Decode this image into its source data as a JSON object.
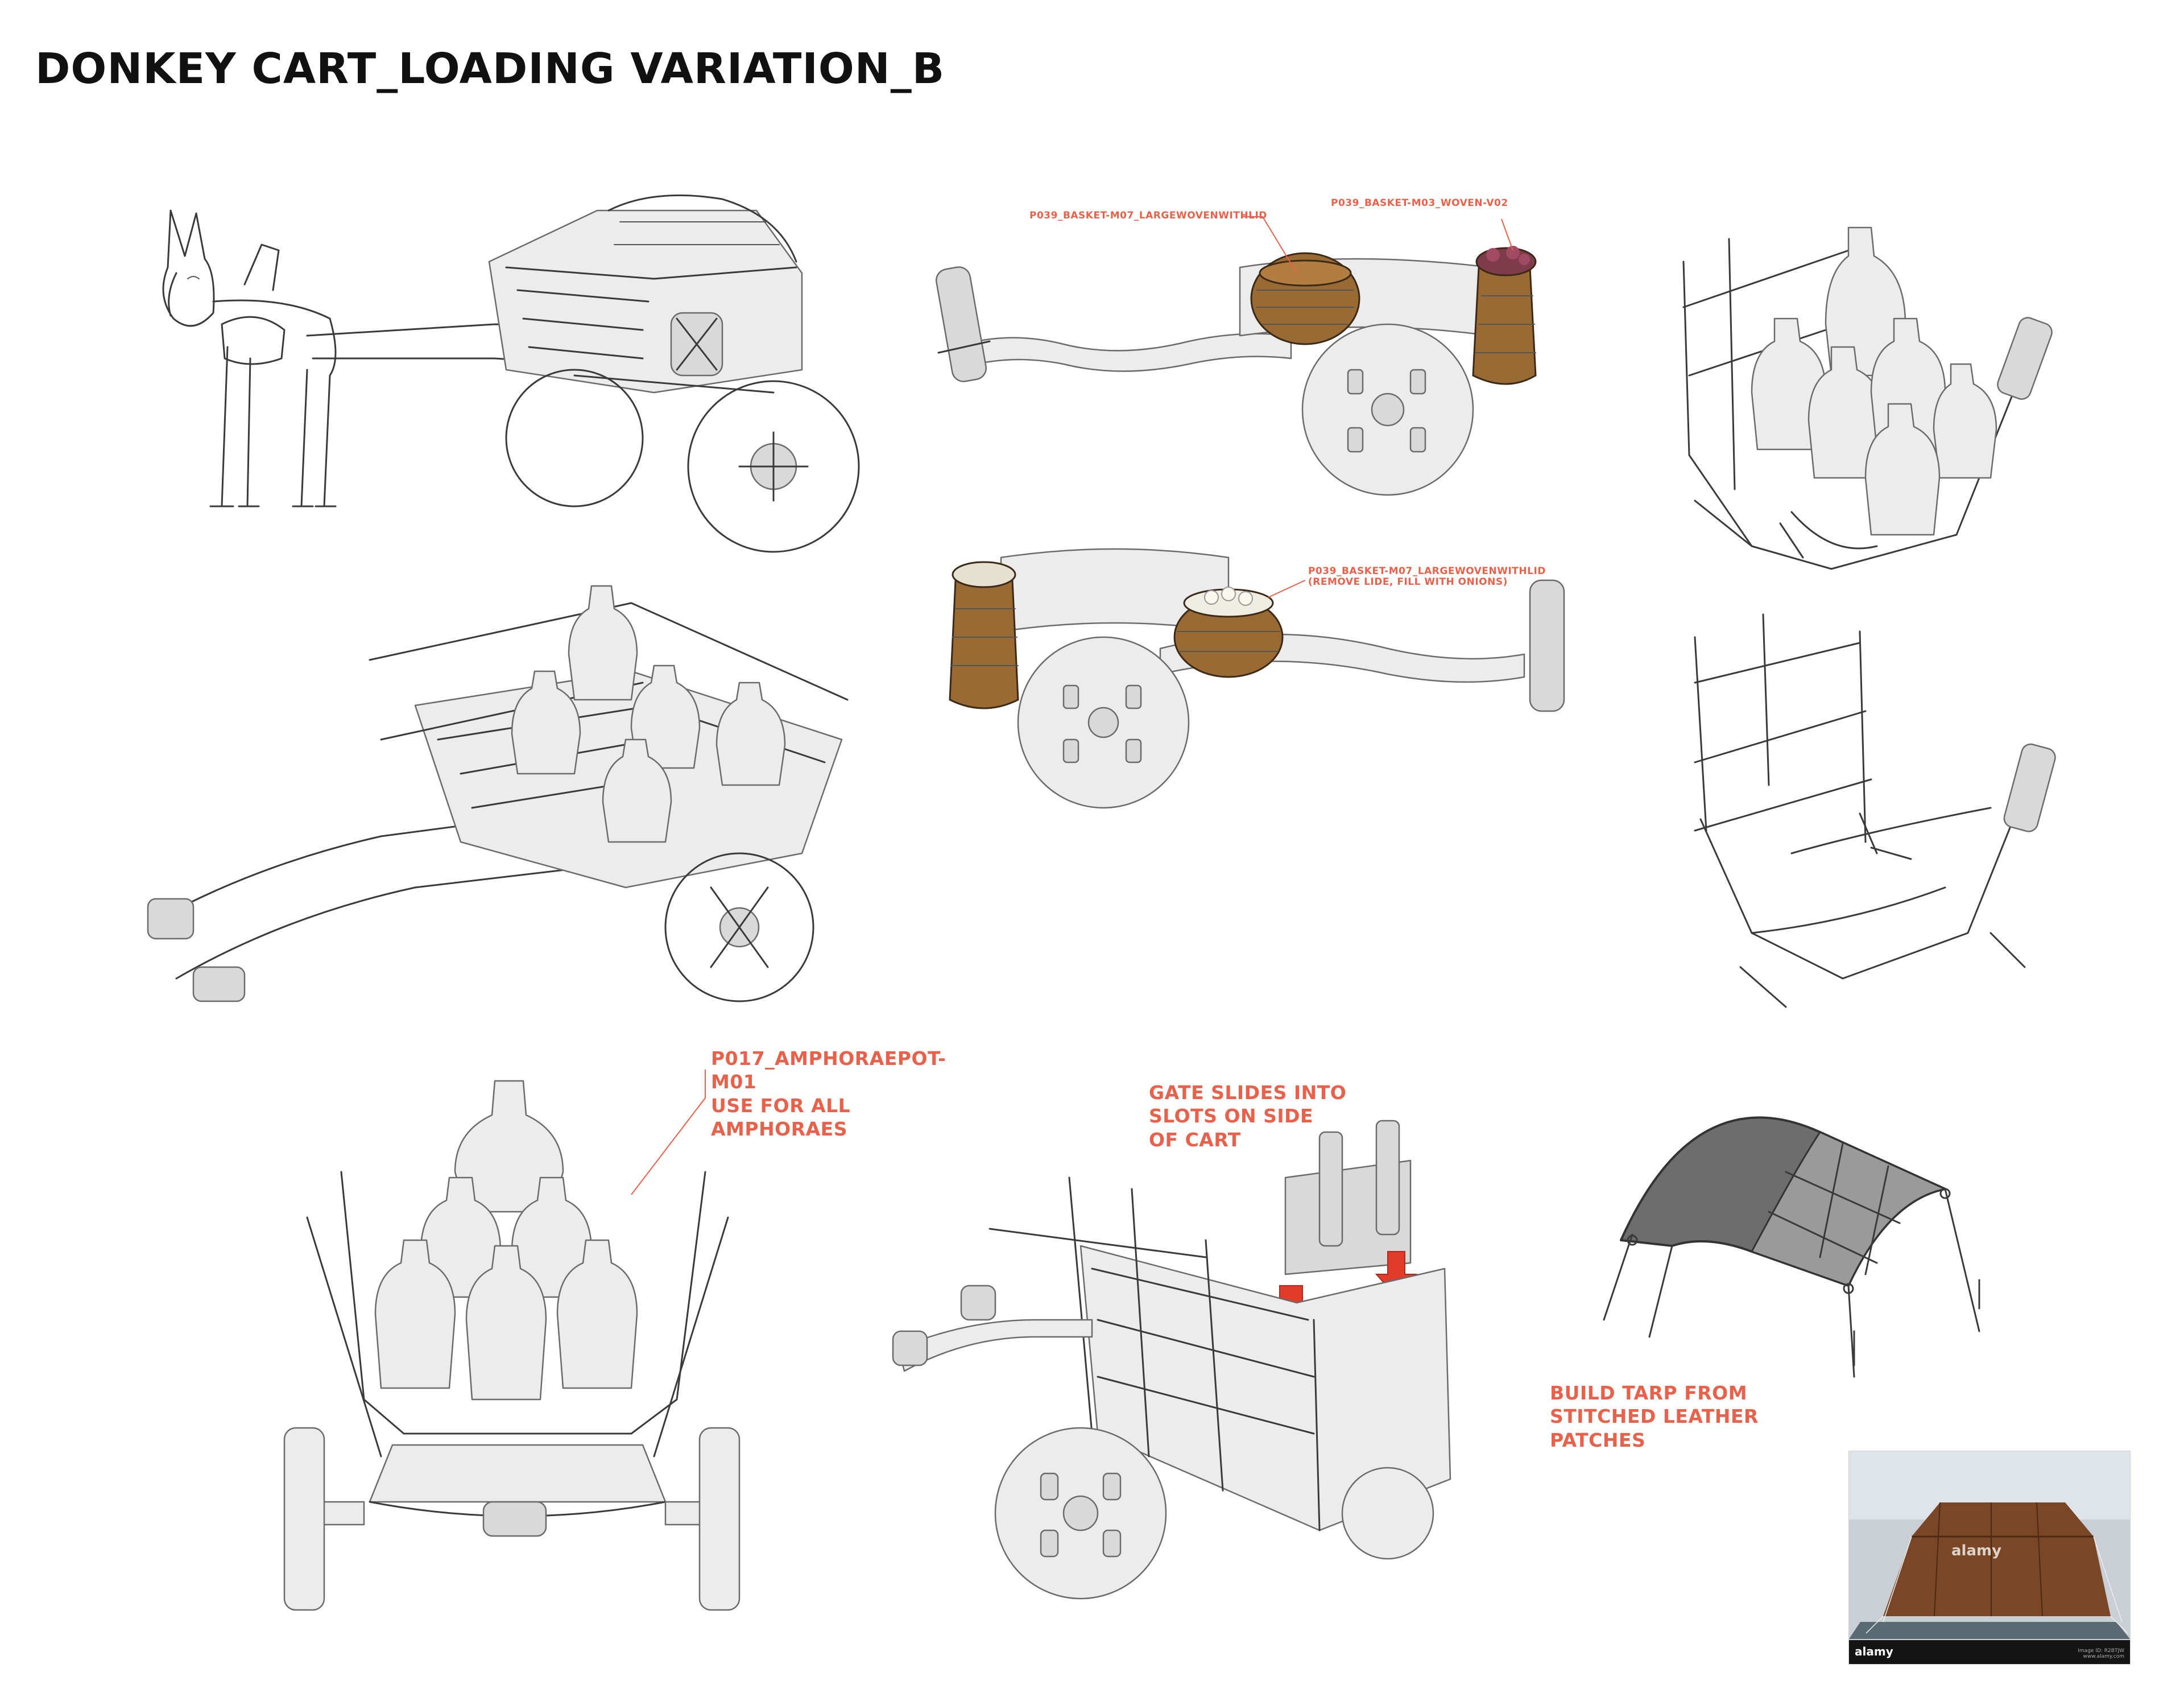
{
  "title": "DONKEY CART_LOADING VARIATION_B",
  "callouts": {
    "basket_large_lid_top": "P039_BASKET-M07_LARGEWOVENWITHLID",
    "basket_woven": "P039_BASKET-M03_WOVEN-V02",
    "basket_large_lid_onions": "P039_BASKET-M07_LARGEWOVENWITHLID\n(REMOVE LIDE, FILL WITH ONIONS)",
    "amphorae": "P017_AMPHORAEPOT-M01\nUSE FOR ALL AMPHORAES",
    "gate": "GATE SLIDES INTO\nSLOTS ON SIDE\nOF CART",
    "tarp": "BUILD TARP FROM\nSTITCHED LEATHER\nPATCHES"
  },
  "reference_photo": {
    "watermark": "alamy",
    "bar_logo": "alamy",
    "bar_meta": "Image ID: R2BTJW\nwww.alamy.com"
  }
}
